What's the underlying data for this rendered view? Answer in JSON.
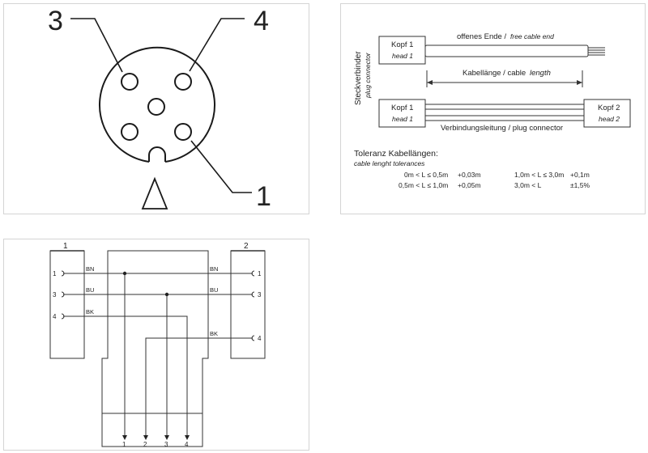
{
  "pinout": {
    "labels": {
      "pin3": "3",
      "pin4": "4",
      "pin1": "1"
    }
  },
  "cable": {
    "vertical_label": "Steckverbinder",
    "vertical_label_en": "plug connector",
    "head1_de": "Kopf 1",
    "head1_en": "head 1",
    "head2_de": "Kopf 2",
    "head2_en": "head 2",
    "open_end_de": "offenes Ende /",
    "open_end_en": "free cable end",
    "length_de": "Kabellänge / cable",
    "length_en": "length",
    "plug_conn": "Verbindungsleitung / plug connector",
    "tol_title": "Toleranz Kabellängen:",
    "tol_subtitle": "cable lenght tolerances",
    "tolerances": [
      {
        "range": "0m < L ≤ 0,5m",
        "value": "+0,03m"
      },
      {
        "range": "0,5m < L ≤ 1,0m",
        "value": "+0,05m"
      },
      {
        "range": "1,0m < L ≤ 3,0m",
        "value": "+0,1m"
      },
      {
        "range": "3,0m < L",
        "value": "±1,5%"
      }
    ]
  },
  "wiring": {
    "conn1": "1",
    "conn2": "2",
    "left_pins": [
      "1",
      "3",
      "4"
    ],
    "right_pins": [
      "1",
      "3",
      "4"
    ],
    "left_colors": [
      "BN",
      "BU",
      "BK"
    ],
    "right_colors": [
      "BN",
      "BU",
      "BK"
    ],
    "bottom_pins": [
      "1",
      "2",
      "3",
      "4"
    ]
  }
}
